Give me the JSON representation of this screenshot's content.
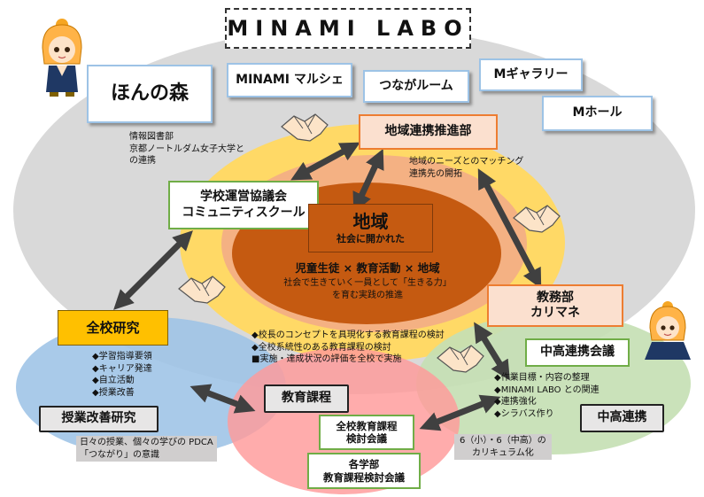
{
  "title": "MINAMI LABO",
  "top_boxes": {
    "honnomori": "ほんの森",
    "marche": "MINAMI マルシェ",
    "tsunagaroom": "つながルーム",
    "gallery": "Mギャラリー",
    "hall": "Mホール"
  },
  "honnomori_note": [
    "情報図書部",
    "京都ノートルダム女子大学と",
    "の連携"
  ],
  "chiiki_renkei": "地域連携推進部",
  "chiiki_renkei_note": [
    "地域のニーズとのマッチング",
    "連携先の開拓"
  ],
  "gakko_unei": [
    "学校運営協議会",
    "コミュニティスクール"
  ],
  "center": {
    "title": "地域",
    "subtitle": "社会に開かれた",
    "formula": "児童生徒 × 教育活動 × 地域",
    "desc": [
      "社会で生きていく一員として「生きる力」",
      "を育む実践の推進"
    ]
  },
  "kyomubu": [
    "教務部",
    "カリマネ"
  ],
  "policy_note": [
    "◆校長のコンセプトを具現化する教育課程の検討",
    "◆全校系統性のある教育課程の検討",
    "■実施・達成状況の評価を全校で実施"
  ],
  "zenko_kenkyu": "全校研究",
  "kenkyu_items": [
    "◆学習指導要領",
    "◆キャリア発達",
    "◆自立活動",
    "◆授業改善"
  ],
  "jugyo_kaizen": "授業改善研究",
  "jugyo_note": [
    "日々の授業、個々の学びの PDCA",
    "「つながり」の意識"
  ],
  "kyoiku_katei": "教育課程",
  "zenko_kento": [
    "全校教育課程",
    "検討会議"
  ],
  "kakugakubu": [
    "各学部",
    "教育課程検討会議"
  ],
  "chuko_kaigi": "中高連携会議",
  "chuko_items": [
    "◆作業目標・内容の整理",
    "◆MINAMI LABO との関連",
    "◆連携強化",
    "◆シラバス作り"
  ],
  "chuko_renkei": "中高連携",
  "curriculum_note": [
    "6（小）・6（中高）の",
    "カリキュラム化"
  ],
  "colors": {
    "outer_ellipse": "#d9d9d9",
    "yellow_ellipse": "#ffd966",
    "orange_ellipse": "#f4b183",
    "inner_ellipse": "#c55a11",
    "blue_ellipse": "#9dc3e6",
    "green_ellipse": "#c5e0b4",
    "pink_ellipse": "#ff9a9a",
    "arrow": "#404040",
    "zenko_kenkyu_bg": "#ffc000"
  },
  "icons": [
    "handshake-icon",
    "mascot-girl-icon",
    "double-arrow-icon"
  ]
}
